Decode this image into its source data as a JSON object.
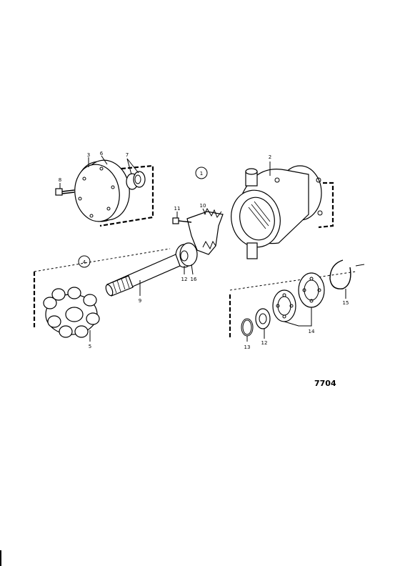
{
  "diagram": {
    "drawing_number": "7704",
    "group_markers": [
      "1",
      "4"
    ],
    "part_labels": [
      "2",
      "3",
      "5",
      "6",
      "7",
      "8",
      "9",
      "10",
      "11",
      "12",
      "16",
      "12",
      "13",
      "14",
      "15"
    ]
  }
}
